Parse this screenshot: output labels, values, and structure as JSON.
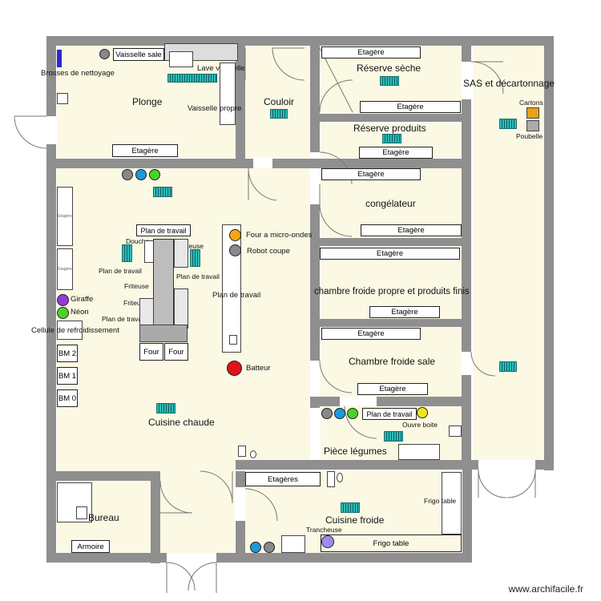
{
  "plan": {
    "rooms": {
      "plonge": "Plonge",
      "couloir": "Couloir",
      "reserve_seche": "Réserve sèche",
      "reserve_produits": "Réserve produits",
      "sas": "SAS et décartonnage",
      "congelateur": "congélateur",
      "chambre_froide_propre": "chambre froide propre et produits finis",
      "chambre_froide_sale": "Chambre froide sale",
      "cuisine_chaude": "Cuisine chaude",
      "piece_legumes": "Pièce légumes",
      "cuisine_froide": "Cuisine froide",
      "bureau": "Bureau"
    },
    "equipment": {
      "vaisselle_sale": "Vaisselle sale",
      "brosses": "Brosses de nettoyage",
      "lave_vaisselle": "Lave vaisselle",
      "vaisselle_propre": "Vaisselle propre",
      "etagere": "Etagère",
      "etageres": "Etagères",
      "etagere_small": "Etagère",
      "cartons": "Cartons",
      "poubelle": "Poubelle",
      "plan_de_travail": "Plan de travail",
      "douche": "Douche",
      "sauteuse": "Sauteuse",
      "friteuse": "Friteuse",
      "four": "Four",
      "four_micro_ondes": "Four a micro-ondes",
      "robot_coupe": "Robot coupe",
      "giraffe": "Giraffe",
      "neon": "Néon",
      "cellule": "Cellule de refroidissement",
      "bm2": "BM 2",
      "bm1": "BM 1",
      "bm0": "BM 0",
      "batteur": "Batteur",
      "ouvre_boite": "Ouvre boite",
      "frigo_table": "Frigo table",
      "trancheuse": "Trancheuse",
      "armoire": "Armoire"
    },
    "colors": {
      "wall": "#8f8f8f",
      "floor": "#fbf9e4",
      "radiator": "#2bbdb8",
      "micro_ondes": "#f3a712",
      "robot_coupe": "#8a8a8a",
      "giraffe": "#9a3ad6",
      "neon": "#4cd22a",
      "batteur": "#e0121b",
      "ouvre_boite": "#f1e81a",
      "blue_device": "#1a9bd8",
      "trancheuse": "#9c8cf0",
      "cartons": "#e8a11a"
    },
    "credit": "www.archifacile.fr"
  }
}
